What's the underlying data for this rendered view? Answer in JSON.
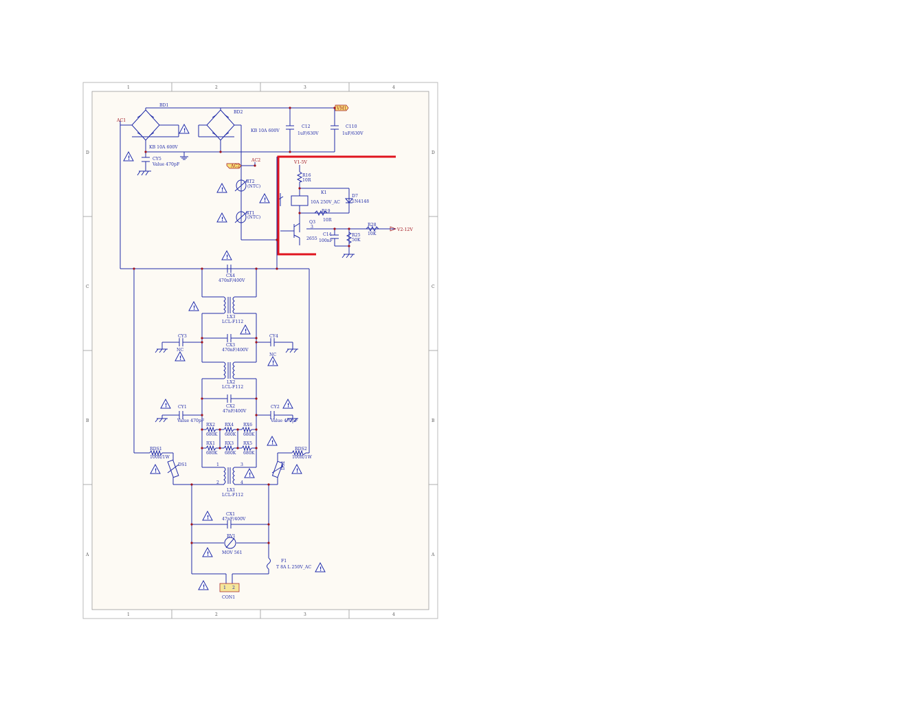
{
  "frame": {
    "cols": [
      "1",
      "2",
      "3",
      "4"
    ],
    "rows": [
      "D",
      "C",
      "B",
      "A"
    ]
  },
  "ports": {
    "vm1": "VM1",
    "ac1": "AC1",
    "ac2_tag": "AC2",
    "ac2_net": "AC2",
    "v1": "V1-5V",
    "v2": "V2-12V"
  },
  "components": {
    "bd1": {
      "ref": "BD1",
      "value": "KB  10A   600V"
    },
    "bd2": {
      "ref": "BD2",
      "value": "KB  10A   600V"
    },
    "c12": {
      "ref": "C12",
      "value": "1uF/630V"
    },
    "c110": {
      "ref": "C110",
      "value": "1uF/630V"
    },
    "cy5": {
      "ref": "CY5",
      "value": "Value 470pF"
    },
    "rt2": {
      "ref": "RT2",
      "value": "(NTC)"
    },
    "rt1": {
      "ref": "RT1",
      "value": "(NTC)"
    },
    "r16": {
      "ref": "R16",
      "value": "10R"
    },
    "k1": {
      "ref": "K1",
      "value": "10A   250V_AC"
    },
    "d7": {
      "ref": "D7",
      "value": "1N4148"
    },
    "r19": {
      "ref": "R19",
      "value": "10R"
    },
    "q3": {
      "ref": "Q3",
      "value": "2655",
      "pin": "3"
    },
    "c14": {
      "ref": "C14",
      "value": "100nF"
    },
    "r25": {
      "ref": "R25",
      "value": "50K"
    },
    "r28": {
      "ref": "R28",
      "value": "10K"
    },
    "cx4": {
      "ref": "CX4",
      "value": "470nF/400V"
    },
    "lx3": {
      "ref": "LX3",
      "value": "LCL-F112"
    },
    "cy3": {
      "ref": "CY3",
      "value": "NC"
    },
    "cy4": {
      "ref": "CY4",
      "value": "NC"
    },
    "cx3": {
      "ref": "CX3",
      "value": "470nF/400V"
    },
    "lx2": {
      "ref": "LX2",
      "value": "LCL-F112"
    },
    "cy1": {
      "ref": "CY1",
      "value": "Value 470pF"
    },
    "cy2": {
      "ref": "CY2",
      "value": "Value 470pF"
    },
    "cx2": {
      "ref": "CX2",
      "value": "47nF/400V"
    },
    "rx2": {
      "ref": "RX2",
      "value": "680K"
    },
    "rx4": {
      "ref": "RX4",
      "value": "680K"
    },
    "rx6": {
      "ref": "RX6",
      "value": "680K"
    },
    "rx1": {
      "ref": "RX1",
      "value": "680K"
    },
    "rx3": {
      "ref": "RX3",
      "value": "680K"
    },
    "rx5": {
      "ref": "RX5",
      "value": "680K"
    },
    "rds1": {
      "ref": "RDS1",
      "value": "100R/1W"
    },
    "rds2": {
      "ref": "RDS2",
      "value": "100R/1W"
    },
    "ds1": {
      "ref": "DS1"
    },
    "ds2": {
      "ref": "DS2"
    },
    "lx1": {
      "ref": "LX1",
      "value": "LCL-F112",
      "pins": [
        "1",
        "3",
        "2",
        "4"
      ]
    },
    "cx1": {
      "ref": "CX1",
      "value": "47nF/400V"
    },
    "rv1": {
      "ref": "RV1",
      "value": "MOV 561"
    },
    "f1": {
      "ref": "F1",
      "value": "T 8A L 250V_AC"
    },
    "con1": {
      "ref": "CON1",
      "pins": [
        "1",
        "2"
      ]
    }
  },
  "warning_symbol": "!",
  "highlight_color": "#e0141e"
}
